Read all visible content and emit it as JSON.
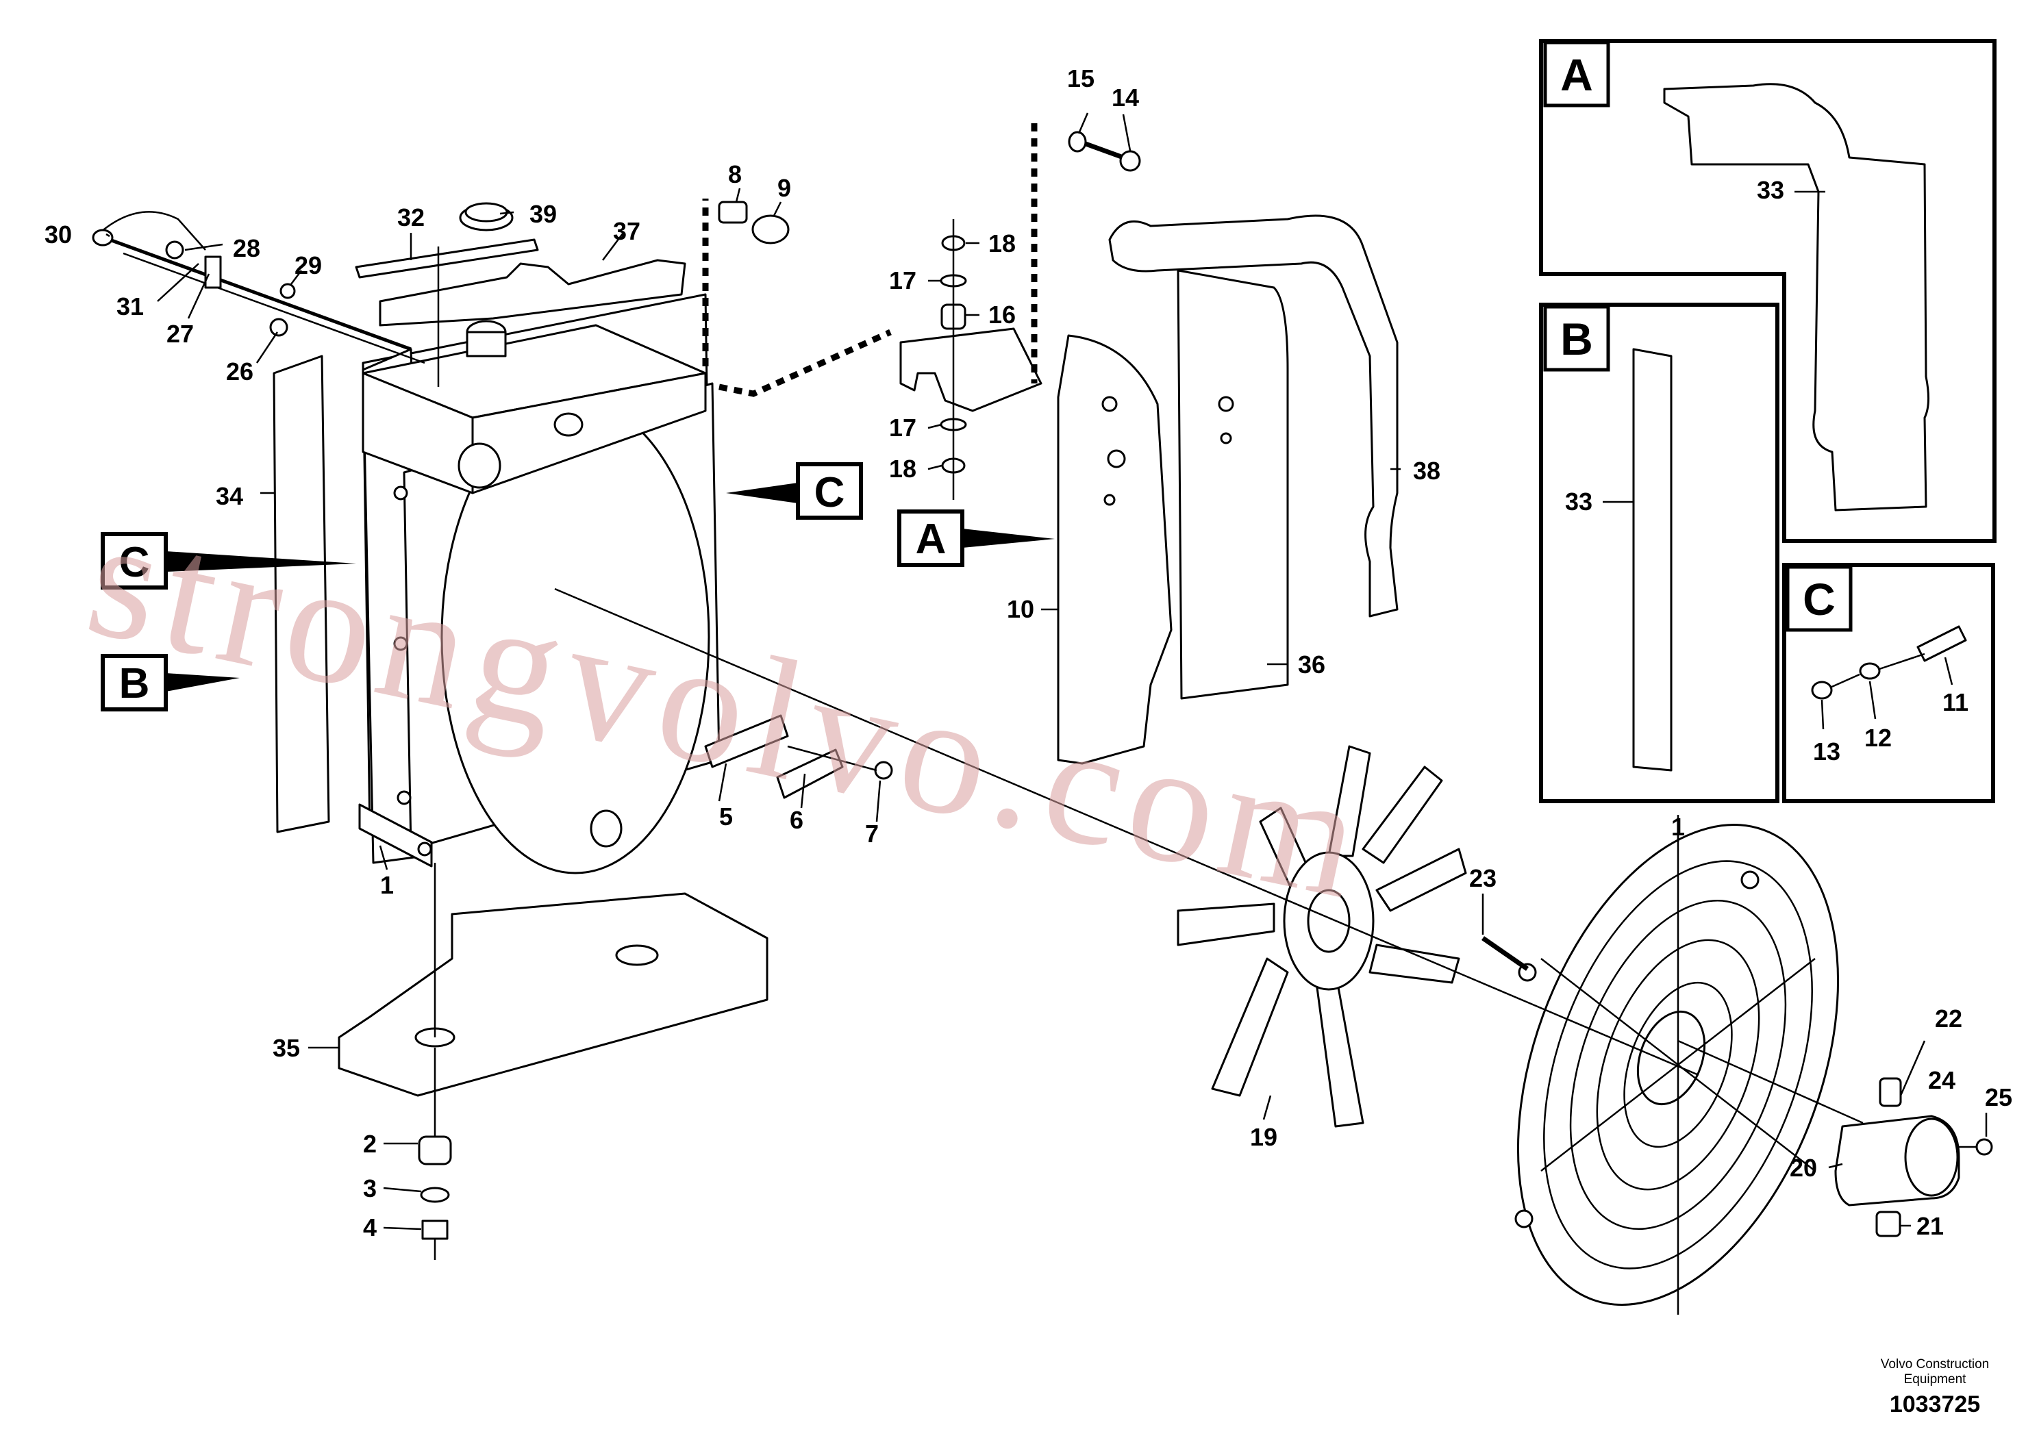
{
  "labels": {
    "l1a": "1",
    "l1b": "1",
    "l2": "2",
    "l3": "3",
    "l4": "4",
    "l5": "5",
    "l6": "6",
    "l7": "7",
    "l8": "8",
    "l9": "9",
    "l10": "10",
    "l11": "11",
    "l12": "12",
    "l13": "13",
    "l14": "14",
    "l15": "15",
    "l16": "16",
    "l17a": "17",
    "l17b": "17",
    "l18a": "18",
    "l18b": "18",
    "l19": "19",
    "l20": "20",
    "l21": "21",
    "l22": "22",
    "l23": "23",
    "l24": "24",
    "l25": "25",
    "l26": "26",
    "l27": "27",
    "l28": "28",
    "l29": "29",
    "l30": "30",
    "l31": "31",
    "l32": "32",
    "l33a": "33",
    "l33b": "33",
    "l34": "34",
    "l35": "35",
    "l36": "36",
    "l37": "37",
    "l38": "38",
    "l39": "39"
  },
  "callouts": {
    "c_right": "C",
    "c_left": "C",
    "a_main": "A",
    "b_main": "B"
  },
  "panels": {
    "a": "A",
    "b": "B",
    "c": "C"
  },
  "watermark": "strongvolvo.com",
  "footer": {
    "maker_line1": "Volvo Construction",
    "maker_line2": "Equipment",
    "doc_number": "1033725"
  },
  "colors": {
    "line": "#000000",
    "watermark": "#d9a0a0",
    "background": "#ffffff"
  }
}
